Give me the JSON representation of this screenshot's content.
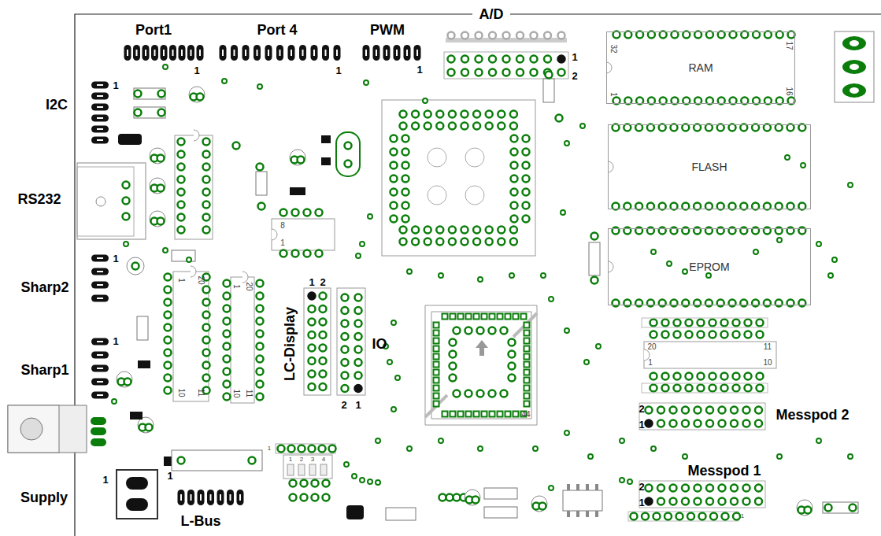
{
  "diagram": {
    "nodes": [
      {
        "text": [
          "RAM"
        ]
      },
      {
        "text": [
          "FLASH"
        ]
      },
      {
        "text": [
          "EPROM"
        ]
      }
    ],
    "labels": [
      "A/D",
      "Port1",
      "Port 4",
      "PWM",
      "1",
      "1",
      "1",
      "1",
      "2",
      "I2C",
      "1",
      "RS232",
      "Sharp2",
      "1",
      "Sharp1",
      "1",
      "Supply",
      "1",
      "1",
      "L-Bus",
      "1",
      "2",
      "LC-Display",
      "IO",
      "2",
      "1",
      "32",
      "17",
      "1",
      "16",
      "8",
      "1",
      "1",
      "20",
      "10",
      "11",
      "1",
      "20",
      "10",
      "11",
      "44",
      "20",
      "11",
      "1",
      "10",
      "Messpod 2",
      "2",
      "1",
      "Messpod 1",
      "2",
      "1",
      "1",
      "2",
      "3",
      "4",
      "1",
      "1"
    ]
  }
}
